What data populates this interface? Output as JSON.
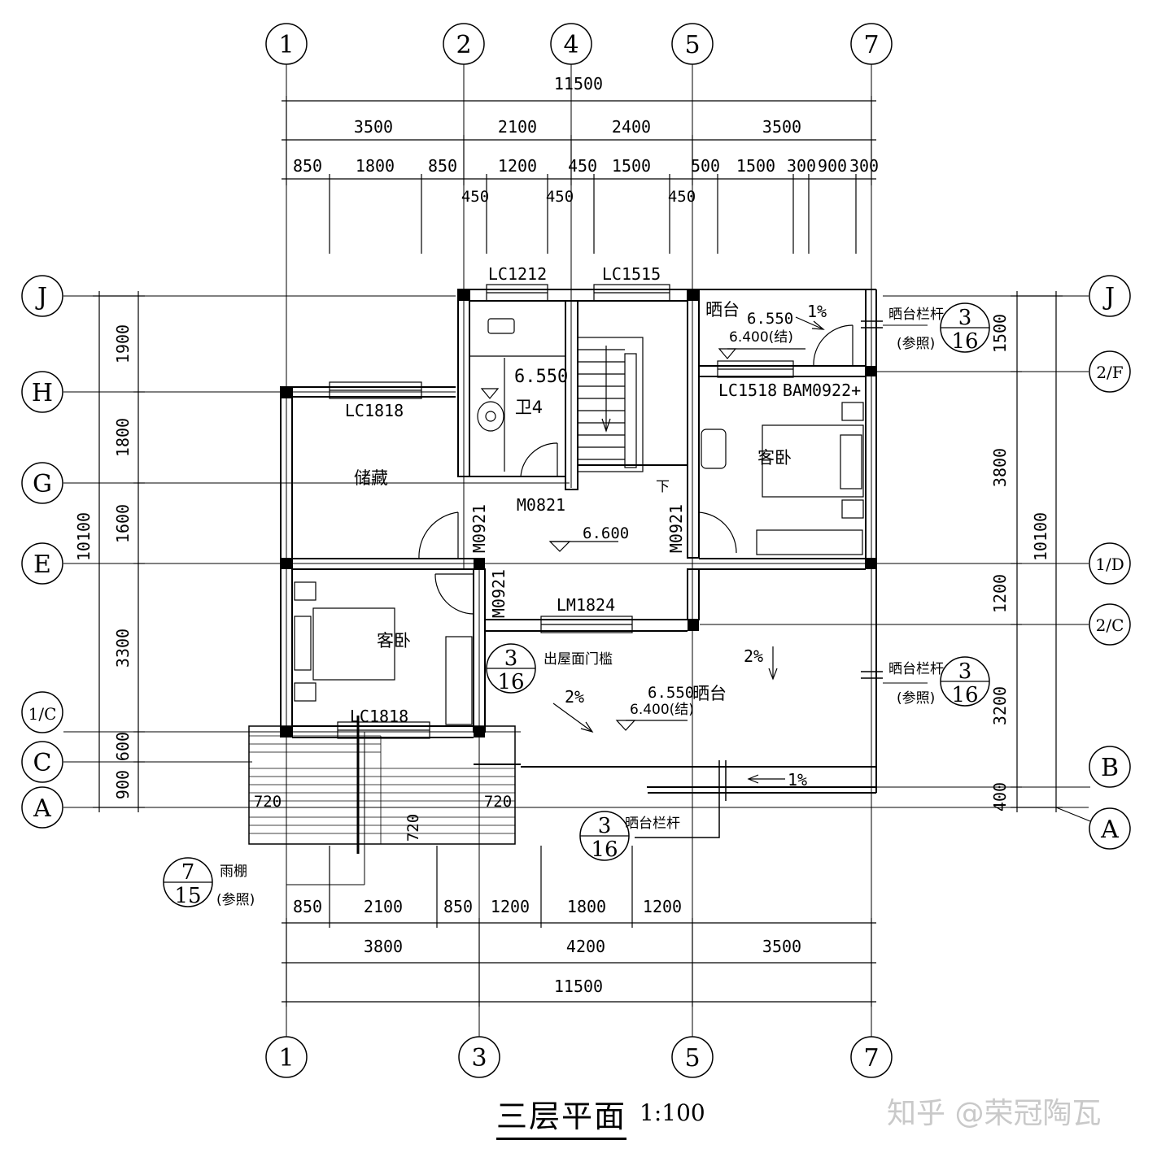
{
  "title": "三层平面",
  "scale": "1:100",
  "watermark": "知乎 @荣冠陶瓦",
  "axes": {
    "top": [
      "1",
      "2",
      "4",
      "5",
      "7"
    ],
    "bottom": [
      "1",
      "3",
      "5",
      "7"
    ],
    "left": [
      "J",
      "H",
      "G",
      "E",
      "1/C",
      "C",
      "A"
    ],
    "right": [
      "J",
      "2/F",
      "1/D",
      "2/C",
      "B",
      "A"
    ]
  },
  "dims_top": {
    "overall": "11500",
    "row2": [
      "3500",
      "2100",
      "2400",
      "3500"
    ],
    "row3": [
      "850",
      "1800",
      "850",
      "1200",
      "450",
      "1500",
      "500",
      "1500",
      "300",
      "900",
      "300"
    ],
    "row3b": [
      "450",
      "450",
      "450"
    ]
  },
  "dims_bottom": {
    "row1": [
      "850",
      "2100",
      "850",
      "1200",
      "1800",
      "1200"
    ],
    "row2": [
      "3800",
      "4200",
      "3500"
    ],
    "overall": "11500"
  },
  "dims_left": {
    "segments": [
      "1900",
      "1800",
      "1600",
      "3300",
      "600",
      "900"
    ],
    "overall": "10100"
  },
  "dims_right": {
    "segments": [
      "1500",
      "3800",
      "1200",
      "3200",
      "400"
    ],
    "overall": "10100"
  },
  "dims_misc": [
    "720",
    "720",
    "720"
  ],
  "rooms": {
    "storage": "储藏",
    "bath": "卫4",
    "guest_a": "客卧",
    "guest_b": "客卧",
    "terrace_a": "晒台",
    "terrace_b": "晒台"
  },
  "openings": {
    "lc1212": "LC1212",
    "lc1515": "LC1515",
    "lc1818_a": "LC1818",
    "lc1818_b": "LC1818",
    "lc1518": "LC1518",
    "bam": "BAM0922+",
    "m0821": "M0821",
    "m0921_a": "M0921",
    "m0921_b": "M0921",
    "m0921_c": "M0921",
    "lm1824": "LM1824"
  },
  "levels": {
    "l6550_a": "6.550",
    "l6400_a": "6.400(结)",
    "l6550_bath": "6.550",
    "l6600": "6.600",
    "l6550_b": "6.550",
    "l6400_b": "6.400(结)"
  },
  "slopes": {
    "s1": "1%",
    "s2": "2%",
    "s3": "2%",
    "s4": "1%"
  },
  "stair_down": "下",
  "notes": {
    "rail_a": "晒台栏杆",
    "ref_a": "(参照)",
    "rail_b": "晒台栏杆",
    "ref_b": "(参照)",
    "rail_c": "晒台栏杆",
    "door_sill": "出屋面门槛",
    "canopy": "雨棚",
    "canopy_ref": "(参照)"
  },
  "details": {
    "d1": {
      "top": "3",
      "bottom": "16"
    },
    "d2": {
      "top": "3",
      "bottom": "16"
    },
    "d3": {
      "top": "3",
      "bottom": "16"
    },
    "d4": {
      "top": "3",
      "bottom": "16"
    },
    "d5": {
      "top": "7",
      "bottom": "15"
    }
  }
}
